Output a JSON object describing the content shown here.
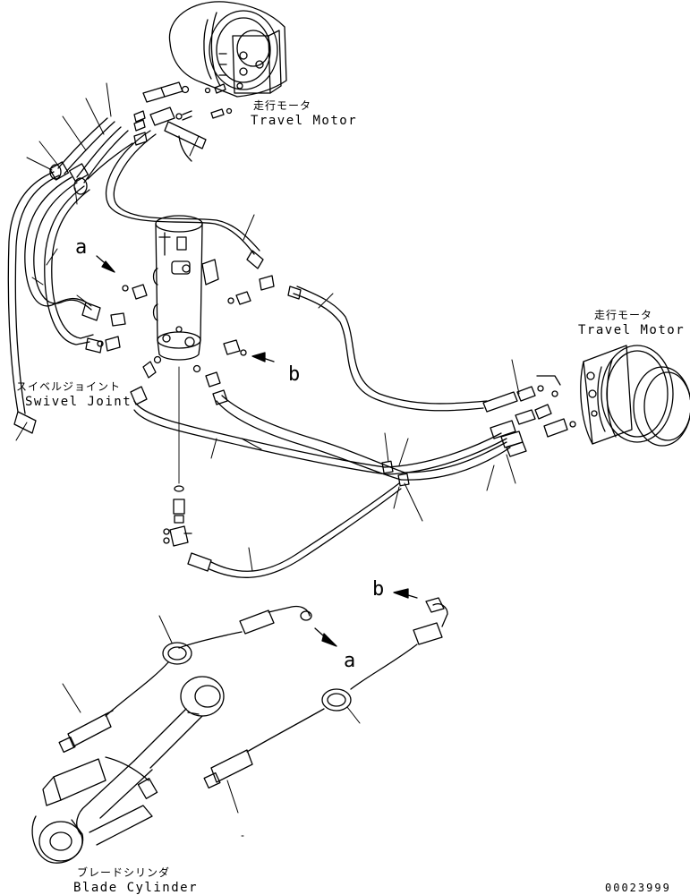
{
  "labels": {
    "travel_motor_top_jp": "走行モータ",
    "travel_motor_top_en": "Travel Motor",
    "travel_motor_right_jp": "走行モータ",
    "travel_motor_right_en": "Travel Motor",
    "swivel_joint_jp": "スイベルジョイント",
    "swivel_joint_en": "Swivel Joint",
    "blade_cylinder_jp": "ブレードシリンダ",
    "blade_cylinder_en": "Blade Cylinder"
  },
  "connection_marks": {
    "a_swivel": "a",
    "b_swivel": "b",
    "a_cylinder": "a",
    "b_cylinder": "b"
  },
  "drawing_number": "00023999",
  "colors": {
    "line": "#000000",
    "background": "#ffffff"
  }
}
